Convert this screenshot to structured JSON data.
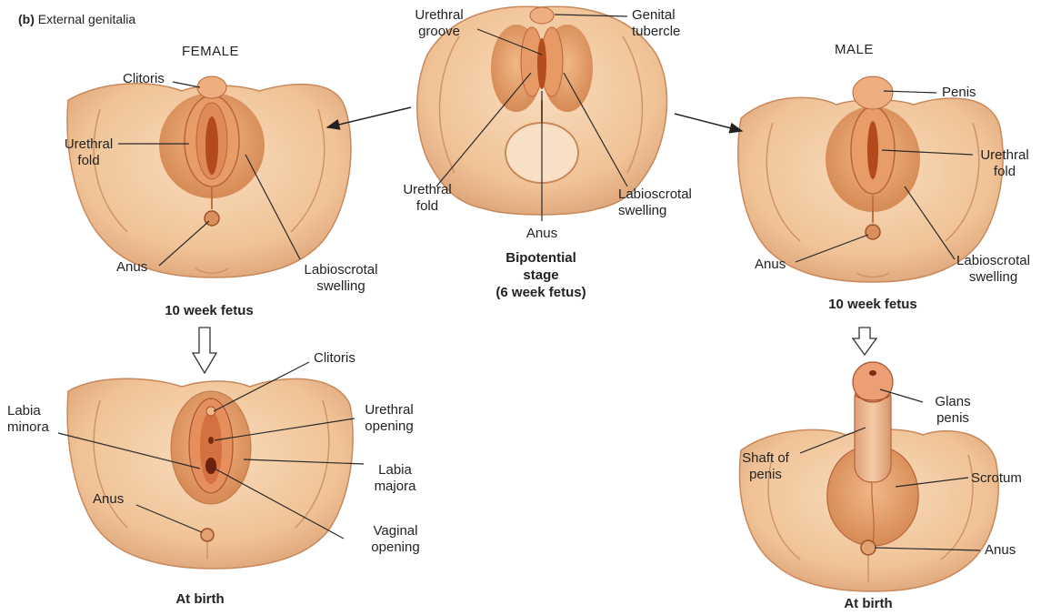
{
  "header": {
    "prefix": "(b)",
    "title": "External genitalia"
  },
  "sections": {
    "female": "FEMALE",
    "male": "MALE"
  },
  "center": {
    "stage_line1": "Bipotential",
    "stage_line2": "stage",
    "stage_line3": "(6 week fetus)",
    "labels": {
      "urethral_groove": "Urethral\ngroove",
      "genital_tubercle": "Genital\ntubercle",
      "urethral_fold": "Urethral\nfold",
      "anus": "Anus",
      "labioscrotal_swelling": "Labioscrotal\nswelling"
    }
  },
  "female_10wk": {
    "caption": "10 week fetus",
    "labels": {
      "clitoris": "Clitoris",
      "urethral_fold": "Urethral\nfold",
      "anus": "Anus",
      "labioscrotal_swelling": "Labioscrotal\nswelling"
    }
  },
  "male_10wk": {
    "caption": "10 week fetus",
    "labels": {
      "penis": "Penis",
      "urethral_fold": "Urethral\nfold",
      "anus": "Anus",
      "labioscrotal_swelling": "Labioscrotal\nswelling"
    }
  },
  "female_birth": {
    "caption": "At birth",
    "labels": {
      "clitoris": "Clitoris",
      "labia_minora": "Labia\nminora",
      "urethral_opening": "Urethral\nopening",
      "labia_majora": "Labia\nmajora",
      "anus": "Anus",
      "vaginal_opening": "Vaginal\nopening"
    }
  },
  "male_birth": {
    "caption": "At birth",
    "labels": {
      "glans_penis": "Glans\npenis",
      "shaft_of_penis": "Shaft of\npenis",
      "scrotum": "Scrotum",
      "anus": "Anus"
    }
  },
  "colors": {
    "skin": "#f2c9a2",
    "skin_dark": "#d99a6c",
    "tissue": "#e8a070",
    "inner": "#c7602e",
    "line": "#333333"
  }
}
